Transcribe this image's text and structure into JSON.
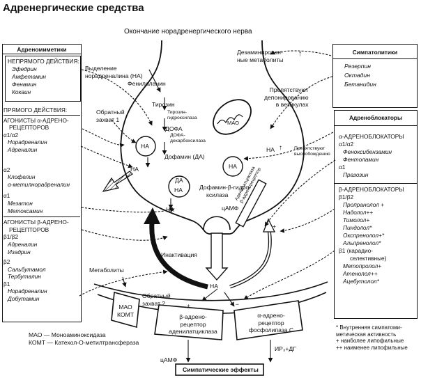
{
  "title": "Адренергические средства",
  "subtitle": "Окончание норадренергического нерва",
  "left_panel": {
    "header": "Адреномиметики",
    "indirect": {
      "heading": "НЕПРЯМОГО ДЕЙСТВИЯ:",
      "drugs": [
        "Эфедрин",
        "Амфетамин",
        "Фенамин",
        "Кокаин"
      ]
    },
    "direct": {
      "heading": "ПРЯМОГО ДЕЙСТВИЯ:",
      "alpha_agonists": {
        "heading_lines": [
          "АГОНИСТЫ α-АДРЕНО-",
          "РЕЦЕПТОРОВ"
        ],
        "groups": [
          {
            "label": "α1/α2",
            "drugs": [
              "Норадреналин",
              "Адреналин"
            ]
          },
          {
            "label": "α2",
            "drugs": [
              "Клофелин",
              "α-метилнорадреналин"
            ]
          },
          {
            "label": "α1",
            "drugs": [
              "Мезатон",
              "Метоксамин"
            ]
          }
        ]
      },
      "beta_agonists": {
        "heading_lines": [
          "АГОНИСТЫ β-АДРЕНО-",
          "РЕЦЕПТОРОВ"
        ],
        "groups": [
          {
            "label": "β1/β2",
            "drugs": [
              "Адреналин",
              "Изадрин"
            ]
          },
          {
            "label": "β2",
            "drugs": [
              "Сальбутамол",
              "Тербуталин"
            ]
          },
          {
            "label": "β1",
            "drugs": [
              "Норадреналин",
              "Добутамин"
            ]
          }
        ]
      }
    }
  },
  "right_panel": {
    "sympatholytics": {
      "header": "Симпатолитики",
      "drugs": [
        "Резерпин",
        "Октадин",
        "Бетанидин"
      ]
    },
    "blockers": {
      "header": "Адреноблокаторы",
      "alpha": {
        "heading": "α-АДРЕНОБЛОКАТОРЫ",
        "groups": [
          {
            "label": "α1/α2",
            "drugs": [
              "Феноксибензамин",
              "Фентоламин"
            ]
          },
          {
            "label": "α1",
            "drugs": [
              "Празозин"
            ]
          }
        ]
      },
      "beta": {
        "heading": "β-АДРЕНОБЛОКАТОРЫ",
        "groups": [
          {
            "label": "β1/β2",
            "drugs": [
              "Пропранолол +",
              "Надолол++",
              "Тимолол+",
              "Пиндолол*",
              "Окспренолол+*",
              "Альпренолол*"
            ]
          },
          {
            "label": "β1 (карадио-",
            "drugs": [
              "селективные)",
              "Метопролол+",
              "Атенолол++",
              "Ацебутолол*"
            ]
          }
        ]
      }
    }
  },
  "diagram": {
    "labels": {
      "secretion": [
        "Выделение",
        "норадреналина (НА)"
      ],
      "reuptake1": [
        "Обратный",
        "захват 1"
      ],
      "phenylalanine": "Фенилаланин",
      "tyrosine": "Тирозин",
      "tyrosine_hydroxylase": [
        "Тирозин-",
        "гидроксилаза"
      ],
      "dopa": "ДОФА",
      "dopa_decarboxylase": [
        "ДОФА-",
        "декарбоксилаза"
      ],
      "dopamine": "Дофамин (ДА)",
      "dopamine_hydroxylase": "Дофамин-β-гидро-",
      "dopamine_hydroxylase_2": "ксилаза",
      "deaminated": [
        "Дезаминирован-",
        "ные метаболиты"
      ],
      "prevent_storage": [
        "Препятствуют",
        "депонированию",
        "в везикулах"
      ],
      "prevent_release": [
        "Препятствуют",
        "высвобождению"
      ],
      "mao": "МАО",
      "na": "НА",
      "da": "ДА",
      "camp": "цАМФ",
      "adenylate_receptor": [
        "Аденилатциклаза",
        "β-адренорецептор"
      ],
      "inactivation": "Инактивация",
      "metabolites": "Метаболиты",
      "reuptake2": [
        "Обратный",
        "захват 2"
      ],
      "mao_comt": [
        "МАО",
        "КОМТ"
      ],
      "beta_receptor": [
        "β-адрено-",
        "рецептор",
        "аденилатциклаза"
      ],
      "alpha_receptor": [
        "α-адрено-",
        "рецептор",
        "фосфолипаза С"
      ],
      "sympathetic_effects": "Симпатические эффекты",
      "camp_bottom": "цАМФ",
      "ip3": "ИР₃+ДГ",
      "plus": "+",
      "minus": "−",
      "up_arrow": "↑"
    }
  },
  "legend": {
    "abbreviations": [
      "МАО — Моноаминоксидаза",
      "КОМТ — Катехол-О-метилтрансфераза"
    ],
    "notes": [
      "*  Внутренняя симпатоми-",
      "   метическая активность",
      "+ наиболее липофильные",
      "++ наименее липофильные"
    ]
  }
}
